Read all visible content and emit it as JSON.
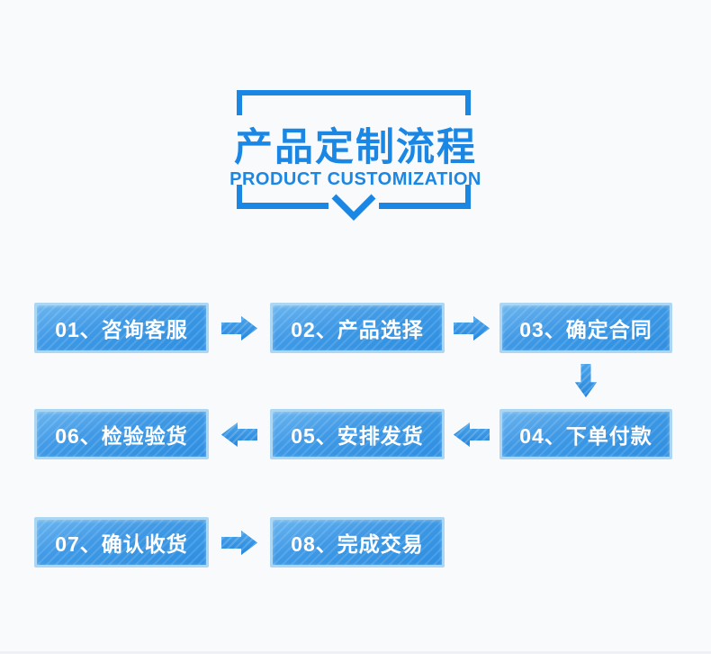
{
  "colors": {
    "accent_blue": "#1b87e5",
    "box_fill_top": "#6ab5ef",
    "box_fill_bottom": "#2e8ee1",
    "box_border": "#abd7f4",
    "background": "#f8fafc",
    "step_text": "#ffffff"
  },
  "header": {
    "title": "产品定制流程",
    "subtitle": "PRODUCT CUSTOMIZATION"
  },
  "steps": [
    {
      "label": "01、咨询客服"
    },
    {
      "label": "02、产品选择"
    },
    {
      "label": "03、确定合同"
    },
    {
      "label": "04、下单付款"
    },
    {
      "label": "05、安排发货"
    },
    {
      "label": "06、检验验货"
    },
    {
      "label": "07、确认收货"
    },
    {
      "label": "08、完成交易"
    }
  ],
  "flow": {
    "arrow_directions": [
      "right",
      "right",
      "down",
      "left",
      "left",
      "right"
    ]
  }
}
